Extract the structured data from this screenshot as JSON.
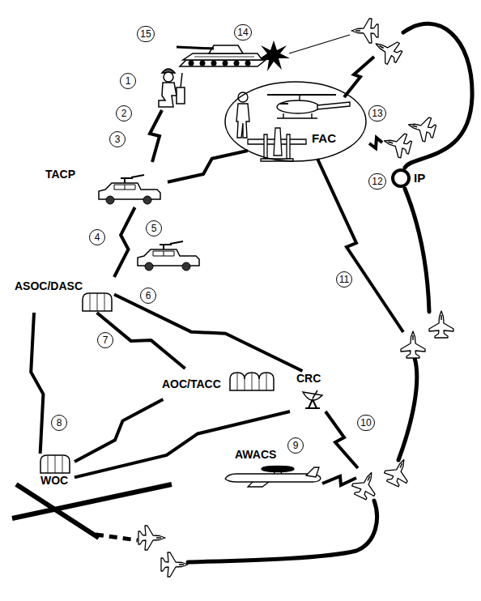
{
  "diagram": {
    "nodes": [
      {
        "text": [
          "FAC"
        ]
      },
      {
        "text": [
          "IP"
        ]
      },
      {
        "text": [
          "TACP"
        ]
      },
      {
        "text": [
          "ASOC/DASC"
        ]
      },
      {
        "text": [
          "AOC/TACC"
        ]
      },
      {
        "text": [
          "CRC"
        ]
      },
      {
        "text": [
          "WOC"
        ]
      },
      {
        "text": [
          "AWACS"
        ]
      }
    ],
    "edges": [
      {
        "from": 0,
        "to": 2,
        "arrow": "none"
      },
      {
        "from": 2,
        "to": 3,
        "arrow": "none"
      },
      {
        "from": 3,
        "to": 4,
        "arrow": "none"
      },
      {
        "from": 3,
        "to": 5,
        "arrow": "none"
      },
      {
        "from": 3,
        "to": 6,
        "arrow": "none"
      },
      {
        "from": 6,
        "to": 4,
        "arrow": "none"
      },
      {
        "from": 6,
        "to": 5,
        "arrow": "none"
      }
    ],
    "labels": [
      "15",
      "14",
      "1",
      "2",
      "3",
      "13",
      "12",
      "5",
      "4",
      "11",
      "6",
      "7",
      "8",
      "10",
      "9"
    ]
  }
}
